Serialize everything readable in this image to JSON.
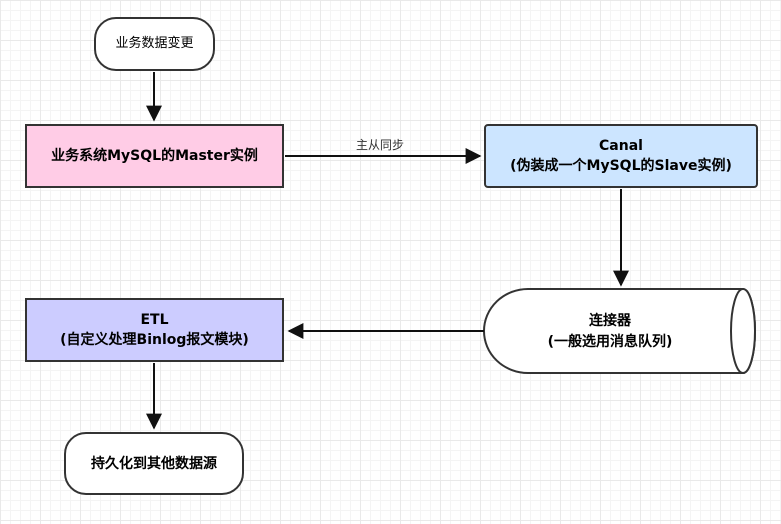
{
  "nodes": {
    "start": {
      "label": "业务数据变更"
    },
    "master": {
      "label": "业务系统MySQL的Master实例"
    },
    "canal": {
      "line1": "Canal",
      "line2": "(伪装成一个MySQL的Slave实例)"
    },
    "queue": {
      "line1": "连接器",
      "line2": "(一般选用消息队列)"
    },
    "etl": {
      "line1": "ETL",
      "line2": "(自定义处理Binlog报文模块)"
    },
    "persist": {
      "label": "持久化到其他数据源"
    }
  },
  "edges": {
    "master_to_canal": {
      "label": "主从同步"
    }
  },
  "colors": {
    "master_fill": "#ffcce6",
    "canal_fill": "#cce5ff",
    "etl_fill": "#ccccff",
    "stroke": "#333333"
  }
}
